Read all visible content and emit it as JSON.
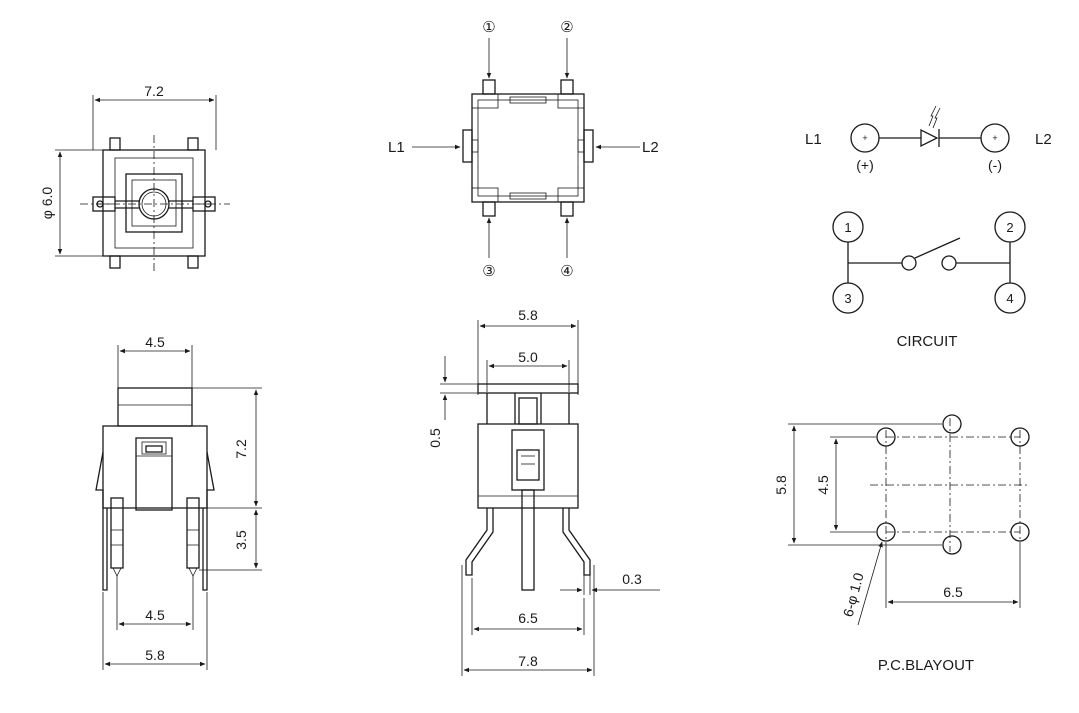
{
  "top_view": {
    "width_dim": "7.2",
    "diam_dim": "φ 6.0"
  },
  "pin_view": {
    "pins": [
      "①",
      "②",
      "③",
      "④"
    ],
    "left_label": "L1",
    "right_label": "L2"
  },
  "led_circuit": {
    "left_label": "L1",
    "right_label": "L2",
    "plus_label": "(+)",
    "minus_label": "(-)",
    "plus_sign": "+"
  },
  "switch_circuit": {
    "pins": [
      "1",
      "2",
      "3",
      "4"
    ],
    "caption": "CIRCUIT"
  },
  "side_view_left": {
    "top_width": "4.5",
    "height": "7.2",
    "lead_length": "3.5",
    "lead_spacing": "4.5",
    "body_width": "5.8"
  },
  "side_view_right": {
    "body_width": "5.8",
    "cap_width": "5.0",
    "cap_height": "0.5",
    "lead_thickness": "0.3",
    "lead_spacing": "6.5",
    "overall_width": "7.8"
  },
  "pcb_layout": {
    "height_outer": "5.8",
    "height_inner": "4.5",
    "hole_dim": "6-φ 1.0",
    "width": "6.5",
    "caption": "P.C.BLAYOUT"
  }
}
